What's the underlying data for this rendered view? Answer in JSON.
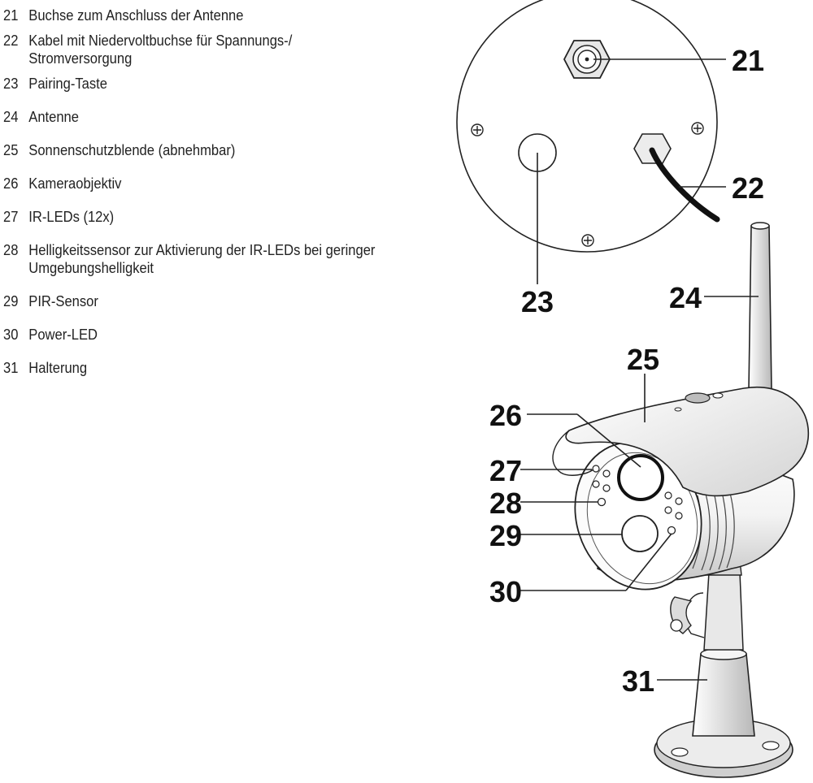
{
  "legend": {
    "items": [
      {
        "num": "21",
        "text": "Buchse zum Anschluss der Antenne"
      },
      {
        "num": "22",
        "text": "Kabel mit Niedervoltbuchse für Spannungs-/ Stromversorgung"
      },
      {
        "num": "23",
        "text": "Pairing-Taste"
      },
      {
        "num": "24",
        "text": "Antenne"
      },
      {
        "num": "25",
        "text": "Sonnenschutzblende (abnehmbar)"
      },
      {
        "num": "26",
        "text": "Kameraobjektiv"
      },
      {
        "num": "27",
        "text": "IR-LEDs (12x)"
      },
      {
        "num": "28",
        "text": "Helligkeitssensor zur Aktivierung der IR-LEDs bei geringer Umgebungshelligkeit"
      },
      {
        "num": "29",
        "text": "PIR-Sensor"
      },
      {
        "num": "30",
        "text": "Power-LED"
      },
      {
        "num": "31",
        "text": "Halterung"
      }
    ]
  },
  "callouts": {
    "c21": "21",
    "c22": "22",
    "c23": "23",
    "c24": "24",
    "c25": "25",
    "c26": "26",
    "c27": "27",
    "c28": "28",
    "c29": "29",
    "c30": "30",
    "c31": "31"
  }
}
